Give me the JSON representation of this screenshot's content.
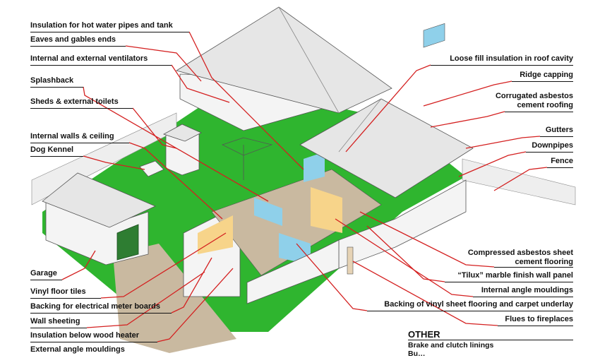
{
  "labels_left": [
    "Insulation for hot water pipes and tank",
    "Eaves and gables ends",
    "Internal and external ventilators",
    "Splashback",
    "Sheds & external toilets",
    "Internal walls & ceiling",
    "Dog Kennel",
    "Garage",
    "Vinyl floor tiles",
    "Backing for electrical meter boards",
    "Wall sheeting",
    "Insulation below wood heater",
    "External angle mouldings"
  ],
  "labels_right": [
    "Loose fill insulation in roof cavity",
    "Ridge capping",
    "Corrugated asbestos\ncement roofing",
    "Gutters",
    "Downpipes",
    "Fence",
    "Compressed asbestos sheet\ncement flooring",
    "“Tilux” marble finish wall panel",
    "Internal angle mouldings",
    "Backing of vinyl sheet flooring and carpet underlay",
    "Flues to fireplaces"
  ],
  "other": {
    "title": "OTHER",
    "items": [
      "Brake and clutch linings",
      "Bu…"
    ]
  },
  "colors": {
    "leader": "#d42020",
    "lawn": "#2fb52f",
    "roof": "#e6e6e6",
    "wall": "#f4f4f4",
    "interior_yellow": "#f7d48a",
    "interior_blue": "#8fd0ea",
    "garage_door": "#2e7d32",
    "path": "#c9b9a0"
  }
}
